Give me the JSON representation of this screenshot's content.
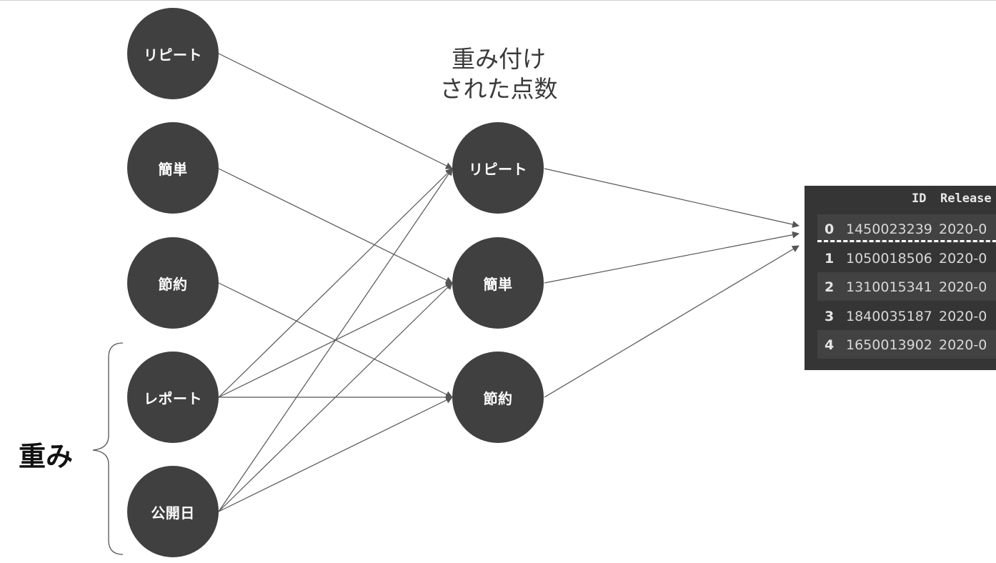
{
  "diagram": {
    "title_line1": "重み付け",
    "title_line2": "された点数",
    "brace_label": "重み",
    "left_nodes": [
      "リピート",
      "簡単",
      "節約",
      "レポート",
      "公開日"
    ],
    "mid_nodes": [
      "リピート",
      "簡単",
      "節約"
    ],
    "colors": {
      "node": "#404040",
      "edge": "#555555",
      "table_bg": "#353535"
    }
  },
  "table": {
    "columns": [
      "ID",
      "Release"
    ],
    "rows": [
      {
        "idx": "0",
        "id": "1450023239",
        "release": "2020-0"
      },
      {
        "idx": "1",
        "id": "1050018506",
        "release": "2020-0"
      },
      {
        "idx": "2",
        "id": "1310015341",
        "release": "2020-0"
      },
      {
        "idx": "3",
        "id": "1840035187",
        "release": "2020-0"
      },
      {
        "idx": "4",
        "id": "1650013902",
        "release": "2020-0"
      }
    ]
  }
}
